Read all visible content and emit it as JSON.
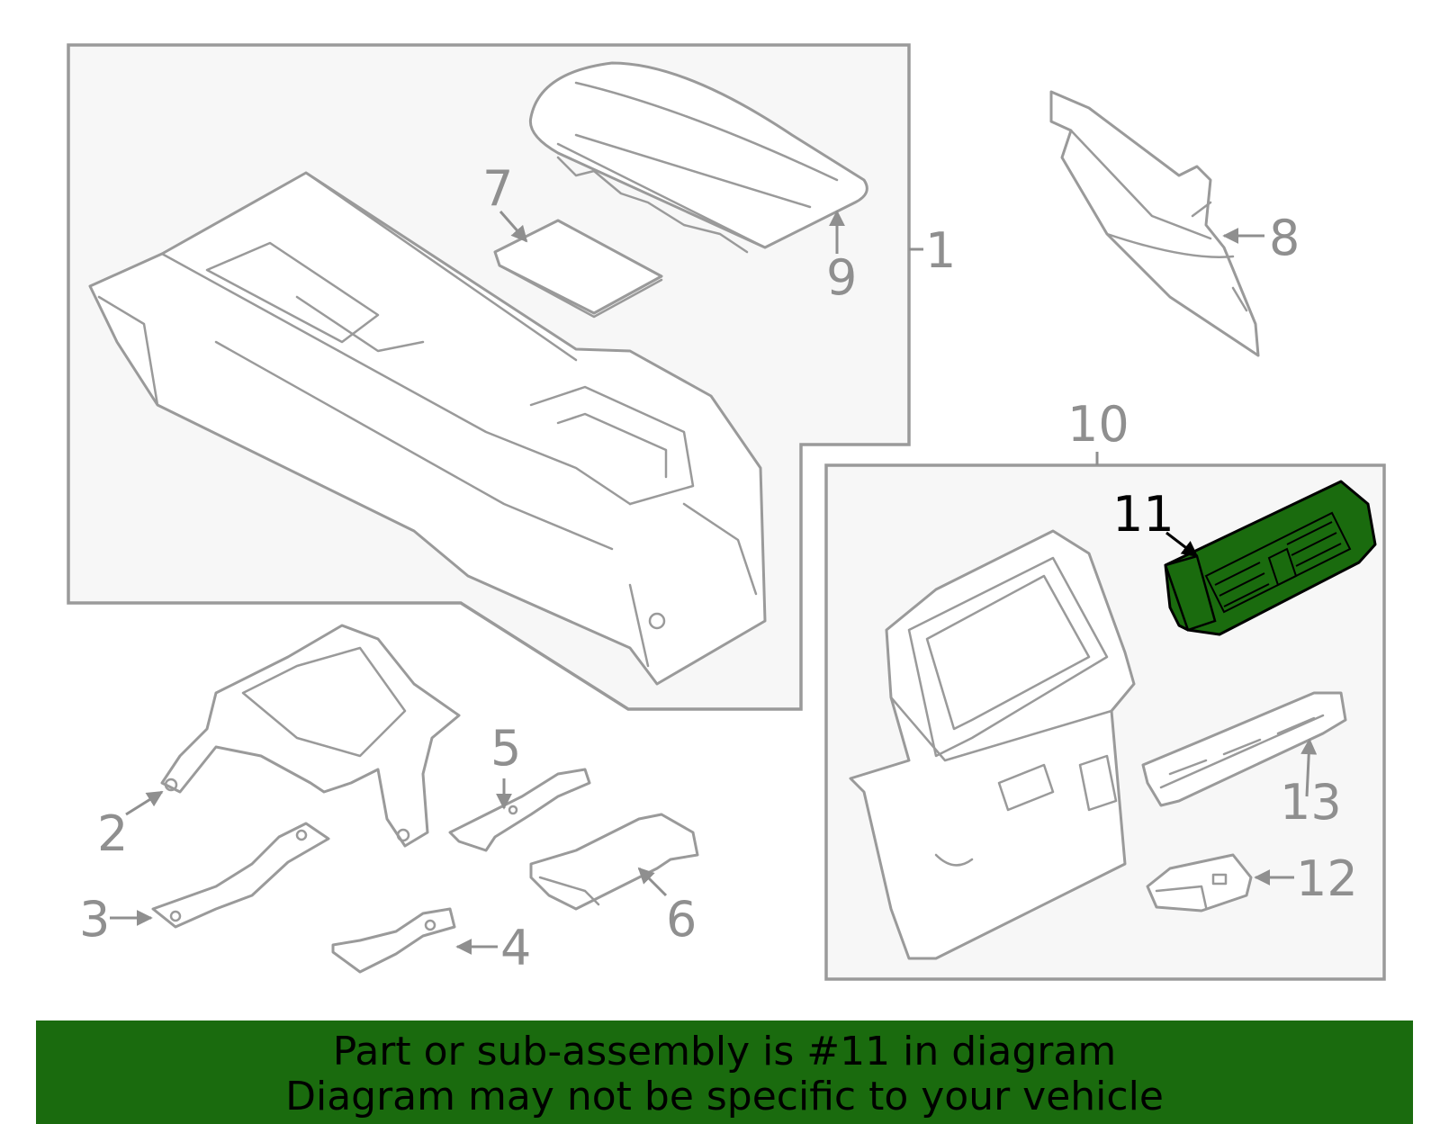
{
  "callouts": {
    "c1": "1",
    "c2": "2",
    "c3": "3",
    "c4": "4",
    "c5": "5",
    "c6": "6",
    "c7": "7",
    "c8": "8",
    "c9": "9",
    "c10": "10",
    "c11": "11",
    "c12": "12",
    "c13": "13"
  },
  "highlight": {
    "part": "11",
    "color": "#1a6b0e"
  },
  "banner": {
    "line1": "Part or sub-assembly is #11 in diagram",
    "line2": "Diagram may not be specific to your vehicle"
  }
}
